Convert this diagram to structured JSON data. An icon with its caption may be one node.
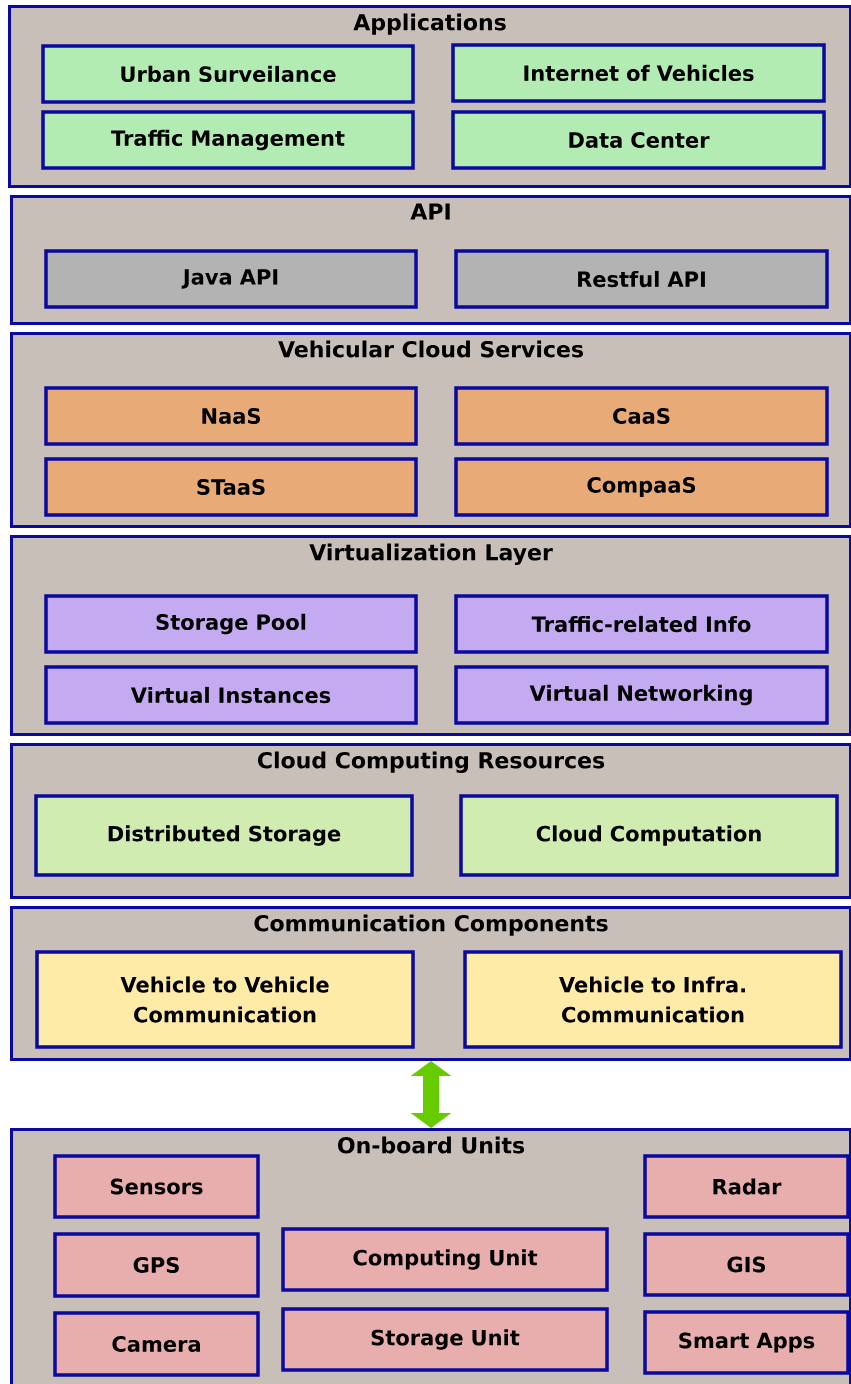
{
  "diagram": {
    "nodes": [
      {
        "text": [
          "Applications"
        ]
      },
      {
        "text": [
          "Urban Surveilance"
        ],
        "in": 0
      },
      {
        "text": [
          "Internet of Vehicles"
        ],
        "in": 0
      },
      {
        "text": [
          "Traffic Management"
        ],
        "in": 0
      },
      {
        "text": [
          "Data Center"
        ],
        "in": 0
      },
      {
        "text": [
          "API"
        ]
      },
      {
        "text": [
          "Java API"
        ],
        "in": 5
      },
      {
        "text": [
          "Restful API"
        ],
        "in": 5
      },
      {
        "text": [
          "Vehicular Cloud Services"
        ]
      },
      {
        "text": [
          "NaaS"
        ],
        "in": 8
      },
      {
        "text": [
          "CaaS"
        ],
        "in": 8
      },
      {
        "text": [
          "STaaS"
        ],
        "in": 8
      },
      {
        "text": [
          "CompaaS"
        ],
        "in": 8
      },
      {
        "text": [
          "Virtualization Layer"
        ]
      },
      {
        "text": [
          "Storage Pool"
        ],
        "in": 13
      },
      {
        "text": [
          "Traffic-related Info"
        ],
        "in": 13
      },
      {
        "text": [
          "Virtual Instances"
        ],
        "in": 13
      },
      {
        "text": [
          "Virtual Networking"
        ],
        "in": 13
      },
      {
        "text": [
          "Cloud Computing Resources"
        ]
      },
      {
        "text": [
          "Distributed Storage"
        ],
        "in": 18
      },
      {
        "text": [
          "Cloud Computation"
        ],
        "in": 18
      },
      {
        "text": [
          "Communication Components"
        ]
      },
      {
        "text": [
          "Vehicle to Vehicle Communication"
        ],
        "in": 21
      },
      {
        "text": [
          "Vehicle to Infra. Communication"
        ],
        "in": 21
      },
      {
        "text": [
          "On-board Units"
        ]
      },
      {
        "text": [
          "Sensors"
        ],
        "in": 24
      },
      {
        "text": [
          "Radar"
        ],
        "in": 24
      },
      {
        "text": [
          "GPS"
        ],
        "in": 24
      },
      {
        "text": [
          "Computing Unit"
        ],
        "in": 24
      },
      {
        "text": [
          "GIS"
        ],
        "in": 24
      },
      {
        "text": [
          "Camera"
        ],
        "in": 24
      },
      {
        "text": [
          "Storage Unit"
        ],
        "in": 24
      },
      {
        "text": [
          "Smart Apps"
        ],
        "in": 24
      }
    ],
    "edges": [
      {
        "from": 21,
        "to": 24,
        "arrow": "both",
        "color": "#66cc00"
      }
    ]
  }
}
